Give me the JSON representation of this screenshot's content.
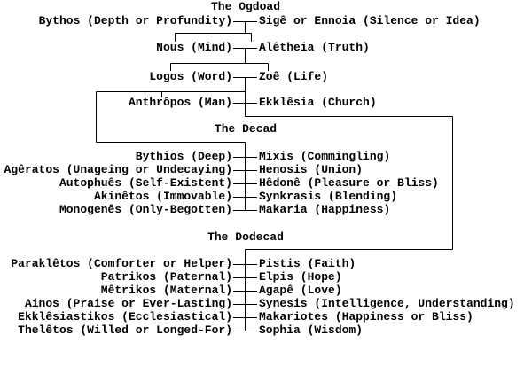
{
  "background_color": "#ffffff",
  "line_color": "#000000",
  "text_color": "#000000",
  "sections": {
    "ogdoad": {
      "title": "The Ogdoad",
      "pairs": [
        {
          "left": "Bythos (Depth or Profundity)",
          "right": "Sigê or Ennoia (Silence or Idea)"
        },
        {
          "left": "Nous (Mind)",
          "right": "Alêtheia (Truth)"
        },
        {
          "left": "Logos (Word)",
          "right": "Zoê (Life)"
        },
        {
          "left": "Anthrôpos (Man)",
          "right": "Ekklêsia (Church)"
        }
      ]
    },
    "decad": {
      "title": "The Decad",
      "pairs": [
        {
          "left": "Bythios (Deep)",
          "right": "Mixis (Commingling)"
        },
        {
          "left": "Agêratos (Unageing or Undecaying)",
          "right": "Henosis (Union)"
        },
        {
          "left": "Autophuês (Self-Existent)",
          "right": "Hêdonê (Pleasure or Bliss)"
        },
        {
          "left": "Akinêtos (Immovable)",
          "right": "Synkrasis (Blending)"
        },
        {
          "left": "Monogenês (Only-Begotten)",
          "right": "Makaria (Happiness)"
        }
      ]
    },
    "dodecad": {
      "title": "The Dodecad",
      "pairs": [
        {
          "left": "Paraklêtos (Comforter or Helper)",
          "right": "Pistis (Faith)"
        },
        {
          "left": "Patrikos (Paternal)",
          "right": "Elpis (Hope)"
        },
        {
          "left": "Mêtrikos (Maternal)",
          "right": "Agapê (Love)"
        },
        {
          "left": "Ainos (Praise or Ever-Lasting)",
          "right": "Synesis (Intelligence, Understanding)"
        },
        {
          "left": "Ekklêsiastikos (Ecclesiastical)",
          "right": "Makariotes (Happiness or Bliss)"
        },
        {
          "left": "Thelêtos (Willed or Longed-For)",
          "right": "Sophia (Wisdom)"
        }
      ]
    }
  }
}
